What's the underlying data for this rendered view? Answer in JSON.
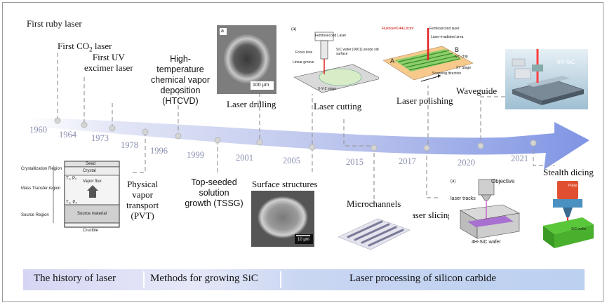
{
  "events_top": {
    "first_ruby_laser": "First ruby laser",
    "first_co2_laser_a": "First CO",
    "first_co2_laser_sub": "2",
    "first_co2_laser_b": " laser",
    "first_uv_line1": "First UV",
    "first_uv_line2": "excimer laser",
    "htcvd_lines": [
      "High-",
      "temperature",
      "chemical vapor",
      "deposition",
      "(HTCVD)"
    ],
    "laser_drilling": "Laser drilling",
    "laser_cutting": "Laser cutting",
    "laser_polishing": "Laser polishing",
    "waveguide": "Waveguide"
  },
  "events_bottom": {
    "pvt_lines": [
      "Physical",
      "vapor",
      "transport",
      "(PVT)"
    ],
    "tssg_lines": [
      "Top-seeded",
      "solution",
      "growth (TSSG)"
    ],
    "surface_structures": "Surface structures",
    "microchannels": "Microchannels",
    "laser_slicing": "Laser slicing",
    "stealth_dicing": "Stealth dicing"
  },
  "years": [
    "1960",
    "1964",
    "1973",
    "1978",
    "1996",
    "1999",
    "2001",
    "2005",
    "2015",
    "2017",
    "2020",
    "2021"
  ],
  "images": {
    "pvt": {
      "seed": "Seed",
      "crystal": "Crystal",
      "vapor_flux": "Vapor flux",
      "source_material": "Source material",
      "crucible": "Crucible",
      "region1": "Crystallization Region",
      "region2": "Mass Transfer region",
      "region3": "Source Region",
      "t1": "T₁, P₁",
      "t2": "T₂, P₂"
    },
    "drilling": {
      "tag": "a",
      "scale": "100 μm"
    },
    "cutting": {
      "tag": "(a)",
      "laser": "Femtosecond Laser",
      "wafer": "SiC wafer (0001) anode side surface",
      "focus": "Focus lens",
      "groove": "Linear groove",
      "stage": "X-Y-Z stage"
    },
    "polishing": {
      "fluence": "Fluence=0.441J/cm²",
      "laser": "Femtosecond laser",
      "area": "Laser-irradiated area",
      "chip": "SiC chip",
      "stage": "XY Stage",
      "scan": "Scanning direction",
      "a": "A",
      "b": "B"
    },
    "waveguide": {
      "label": "6H-SiC"
    },
    "surface": {
      "scale": "10 μm"
    },
    "slicing": {
      "tag": "(a)",
      "objective": "Objective",
      "tracks": "laser tracks",
      "wafer": "4H-SiC wafer"
    },
    "stealth": {
      "pulse": "Pulse laser",
      "wafer": "SiC wafer"
    }
  },
  "bottom_bar": {
    "history": "The history of laser",
    "growing": "Methods for growing SiC",
    "processing": "Laser processing of silicon carbide"
  }
}
